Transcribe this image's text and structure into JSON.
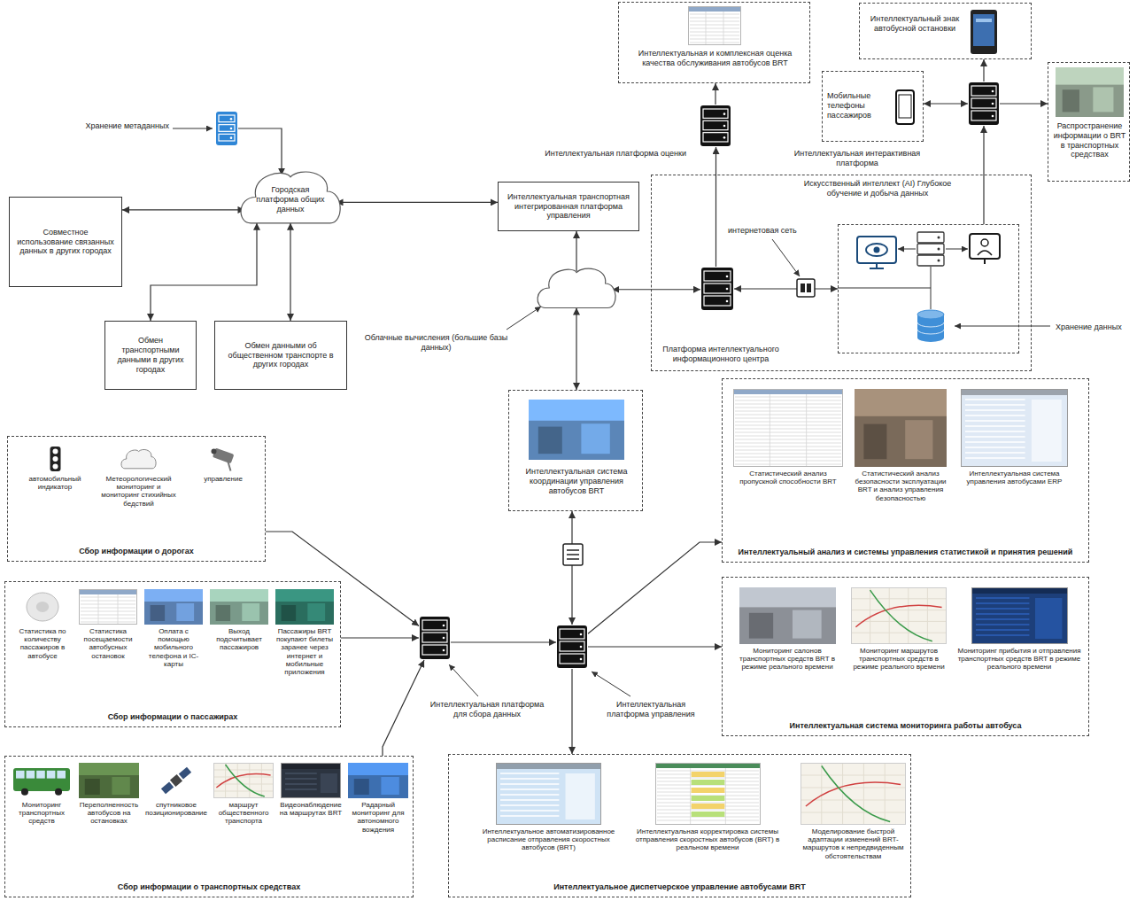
{
  "diagram": {
    "nodes": [
      {
        "text": [
          "Хранение метаданных"
        ]
      },
      {
        "text": [
          "Городская платформа общих данных"
        ]
      },
      {
        "text": [
          "Совместное использование связанных данных в других городах"
        ]
      },
      {
        "text": [
          "Обмен транспортными данными в других городах"
        ]
      },
      {
        "text": [
          "Обмен данными об общественном транспорте в других городах"
        ]
      },
      {
        "text": [
          "Интеллектуальная транспортная интегрированная платформа управления"
        ]
      },
      {
        "text": [
          "Облачные вычисления (большие базы данных)"
        ]
      },
      {
        "text": [
          "Интеллектуальная и комплексная оценка качества обслуживания автобусов BRT"
        ]
      },
      {
        "text": [
          "Интеллектуальная платформа оценки"
        ]
      },
      {
        "text": [
          "Интеллектуальный знак автобусной остановки"
        ]
      },
      {
        "text": [
          "Мобильные телефоны пассажиров"
        ]
      },
      {
        "text": [
          "Интеллектуальная интерактивная платформа"
        ]
      },
      {
        "text": [
          "Распространение информации о BRT в транспортных средствах"
        ]
      },
      {
        "text": [
          "Искусственный интеллект (AI) Глубокое обучение и добыча данных"
        ]
      },
      {
        "text": [
          "Платформа интеллектуального информационного центра"
        ],
        "in": 13
      },
      {
        "text": [
          "Хранение данных"
        ],
        "in": 13
      },
      {
        "text": [
          "Интеллектуальная система координации управления автобусов BRT"
        ]
      },
      {
        "text": [
          "Сбор информации о дорогах"
        ]
      },
      {
        "text": [
          "автомобильный индикатор"
        ],
        "in": 17
      },
      {
        "text": [
          "Метеорологический мониторинг и мониторинг стихийных бедствий"
        ],
        "in": 17
      },
      {
        "text": [
          "управление"
        ],
        "in": 17
      },
      {
        "text": [
          "Сбор информации о пассажирах"
        ]
      },
      {
        "text": [
          "Статистика по количеству пассажиров в автобусе"
        ],
        "in": 21
      },
      {
        "text": [
          "Статистика посещаемости автобусных остановок"
        ],
        "in": 21
      },
      {
        "text": [
          "Оплата с помощью мобильного телефона и IC-карты"
        ],
        "in": 21
      },
      {
        "text": [
          "Выход подсчитывает пассажиров"
        ],
        "in": 21
      },
      {
        "text": [
          "Пассажиры BRT покупают билеты заранее через интернет и мобильные приложения"
        ],
        "in": 21
      },
      {
        "text": [
          "Сбор информации о транспортных средствах"
        ]
      },
      {
        "text": [
          "Мониторинг транспортных средств"
        ],
        "in": 27
      },
      {
        "text": [
          "Переполненность автобусов на остановках"
        ],
        "in": 27
      },
      {
        "text": [
          "спутниковое позиционирование"
        ],
        "in": 27
      },
      {
        "text": [
          "маршрут общественного транспорта"
        ],
        "in": 27
      },
      {
        "text": [
          "Видеонаблюдение на маршрутах BRT"
        ],
        "in": 27
      },
      {
        "text": [
          "Радарный мониторинг для автономного вождения"
        ],
        "in": 27
      },
      {
        "text": [
          "Интеллектуальная платформа для сбора данных"
        ]
      },
      {
        "text": [
          "Интеллектуальная платформа управления"
        ]
      },
      {
        "text": [
          "Интеллектуальный анализ и системы управления статистикой и принятия решений"
        ]
      },
      {
        "text": [
          "Статистический анализ пропускной способности BRT"
        ],
        "in": 36
      },
      {
        "text": [
          "Статистический анализ безопасности эксплуатации BRT и анализ управления безопасностью"
        ],
        "in": 36
      },
      {
        "text": [
          "Интеллектуальная система управления автобусами ERP"
        ],
        "in": 36
      },
      {
        "text": [
          "Интеллектуальная система мониторинга работы автобуса"
        ]
      },
      {
        "text": [
          "Мониторинг салонов транспортных средств BRT в режиме реального времени"
        ],
        "in": 40
      },
      {
        "text": [
          "Мониторинг маршрутов транспортных средств в режиме реального времени"
        ],
        "in": 40
      },
      {
        "text": [
          "Мониторинг прибытия и отправления транспортных средств BRT в режиме реального времени"
        ],
        "in": 40
      },
      {
        "text": [
          "Интеллектуальное диспетчерское управление автобусами BRT"
        ]
      },
      {
        "text": [
          "Интеллектуальное автоматизированное расписание отправления скоростных автобусов (BRT)"
        ],
        "in": 44
      },
      {
        "text": [
          "Интеллектуальная корректировка системы отправления скоростных автобусов (BRT) в реальном времени"
        ],
        "in": 44
      },
      {
        "text": [
          "Моделирование быстрой адаптации изменений BRT-маршрутов к непредвиденным обстоятельствам"
        ],
        "in": 44
      }
    ],
    "edges": [
      {
        "from": 0,
        "to": 1,
        "arrow": "to"
      },
      {
        "from": 1,
        "to": 2,
        "arrow": "both"
      },
      {
        "from": 1,
        "to": 3,
        "arrow": "both"
      },
      {
        "from": 1,
        "to": 4,
        "arrow": "both"
      },
      {
        "from": 1,
        "to": 5,
        "arrow": "both"
      },
      {
        "from": 6,
        "to": 5,
        "arrow": "to"
      },
      {
        "from": 6,
        "to": 14,
        "arrow": "both"
      },
      {
        "from": 6,
        "to": 16,
        "arrow": "both"
      },
      {
        "from": 14,
        "to": 8,
        "arrow": "to"
      },
      {
        "from": 8,
        "to": 7,
        "arrow": "to"
      },
      {
        "from": 14,
        "to": 15,
        "arrow": "both"
      },
      {
        "from": 15,
        "to": 11,
        "arrow": "to"
      },
      {
        "from": 11,
        "to": 9,
        "arrow": "to"
      },
      {
        "from": 11,
        "to": 10,
        "arrow": "both"
      },
      {
        "from": 11,
        "to": 12,
        "arrow": "to"
      },
      {
        "from": 17,
        "to": 34,
        "arrow": "to"
      },
      {
        "from": 21,
        "to": 34,
        "arrow": "to"
      },
      {
        "from": 27,
        "to": 34,
        "arrow": "to"
      },
      {
        "from": 34,
        "to": 35,
        "arrow": "to"
      },
      {
        "from": 16,
        "to": 35,
        "arrow": "both"
      },
      {
        "from": 35,
        "to": 36,
        "arrow": "to"
      },
      {
        "from": 35,
        "to": 40,
        "arrow": "to"
      },
      {
        "from": 35,
        "to": 44,
        "arrow": "to"
      }
    ],
    "labels": [
      "интернетовая сеть"
    ]
  }
}
